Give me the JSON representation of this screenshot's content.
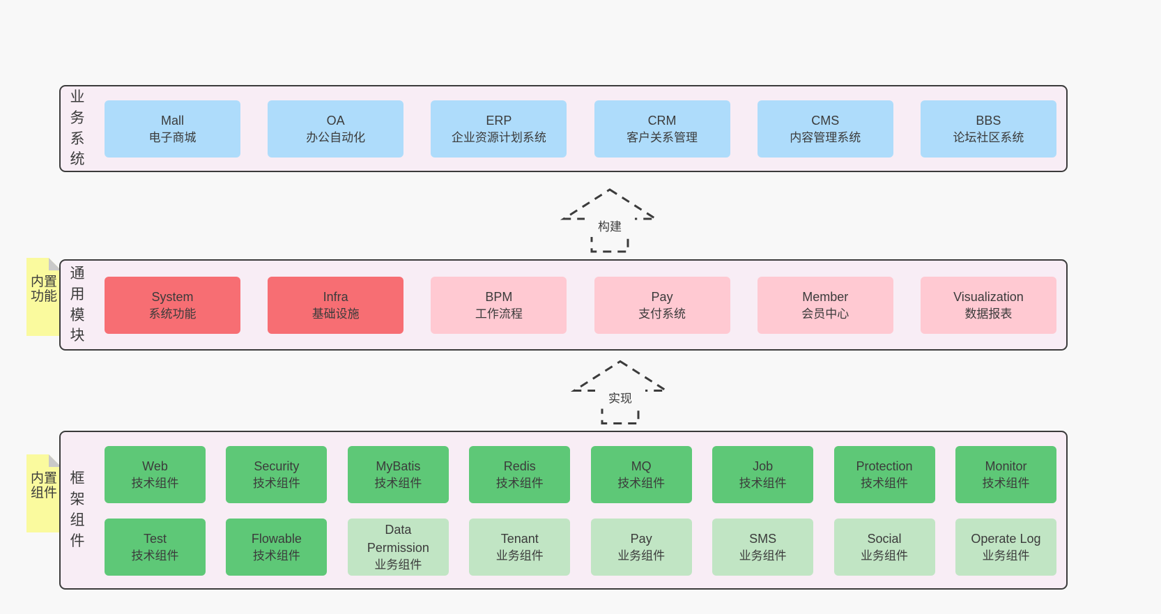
{
  "colors": {
    "page-bg": "#f8f8f8",
    "panel-bg": "#f8edf5",
    "panel-border": "#3b3b3b",
    "text-dark": "#3b3b3b",
    "box-blue": "#aedcfb",
    "box-red": "#f76e73",
    "box-pink": "#ffc9d2",
    "box-green-dark": "#5ec877",
    "box-green-light": "#c1e5c4",
    "note-yellow": "#fafa9e",
    "note-fold": "#c9c9c9"
  },
  "arrows": [
    {
      "label": "构建"
    },
    {
      "label": "实现"
    }
  ],
  "sections": {
    "business": {
      "label": "业务系统",
      "boxes": [
        {
          "title": "Mall",
          "subtitle": "电子商城"
        },
        {
          "title": "OA",
          "subtitle": "办公自动化"
        },
        {
          "title": "ERP",
          "subtitle": "企业资源计划系统"
        },
        {
          "title": "CRM",
          "subtitle": "客户关系管理"
        },
        {
          "title": "CMS",
          "subtitle": "内容管理系统"
        },
        {
          "title": "BBS",
          "subtitle": "论坛社区系统"
        }
      ]
    },
    "modules": {
      "label": "通用模块",
      "note": "内置功能",
      "boxes": [
        {
          "title": "System",
          "subtitle": "系统功能"
        },
        {
          "title": "Infra",
          "subtitle": "基础设施"
        },
        {
          "title": "BPM",
          "subtitle": "工作流程"
        },
        {
          "title": "Pay",
          "subtitle": "支付系统"
        },
        {
          "title": "Member",
          "subtitle": "会员中心"
        },
        {
          "title": "Visualization",
          "subtitle": "数据报表"
        }
      ]
    },
    "framework": {
      "label": "框架组件",
      "note": "内置组件",
      "row1": [
        {
          "title": "Web",
          "subtitle": "技术组件"
        },
        {
          "title": "Security",
          "subtitle": "技术组件"
        },
        {
          "title": "MyBatis",
          "subtitle": "技术组件"
        },
        {
          "title": "Redis",
          "subtitle": "技术组件"
        },
        {
          "title": "MQ",
          "subtitle": "技术组件"
        },
        {
          "title": "Job",
          "subtitle": "技术组件"
        },
        {
          "title": "Protection",
          "subtitle": "技术组件"
        },
        {
          "title": "Monitor",
          "subtitle": "技术组件"
        }
      ],
      "row2": [
        {
          "title": "Test",
          "subtitle": "技术组件"
        },
        {
          "title": "Flowable",
          "subtitle": "技术组件"
        },
        {
          "title": "Data Permission",
          "subtitle": "业务组件"
        },
        {
          "title": "Tenant",
          "subtitle": "业务组件"
        },
        {
          "title": "Pay",
          "subtitle": "业务组件"
        },
        {
          "title": "SMS",
          "subtitle": "业务组件"
        },
        {
          "title": "Social",
          "subtitle": "业务组件"
        },
        {
          "title": "Operate Log",
          "subtitle": "业务组件"
        }
      ]
    }
  }
}
